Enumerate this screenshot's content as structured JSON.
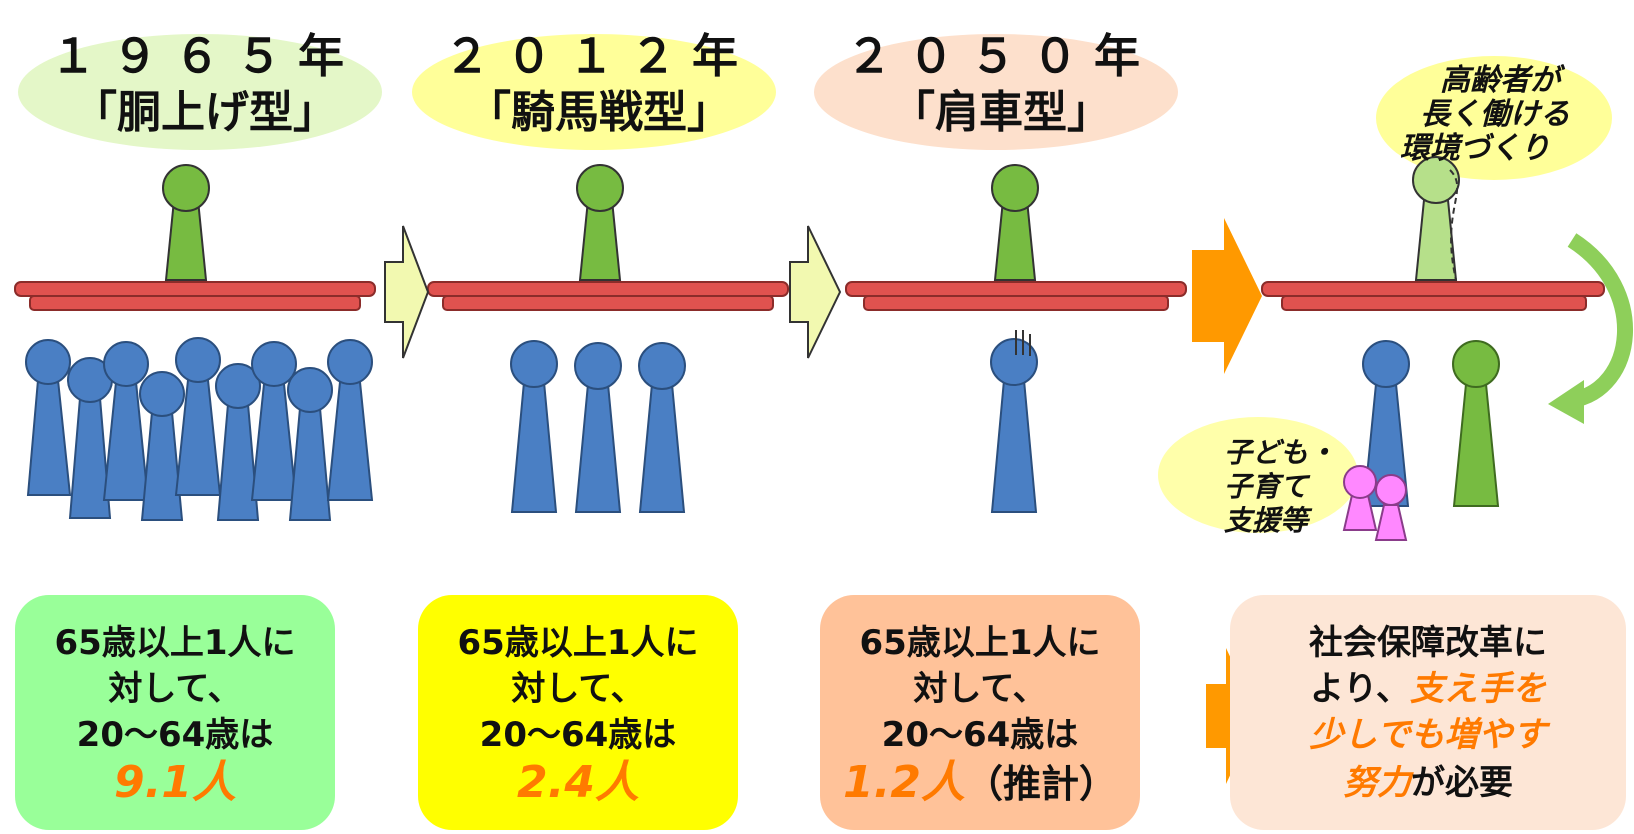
{
  "periods": [
    {
      "year": "１９６５年",
      "type": "「胴上げ型」",
      "color": "#e4f7c8",
      "box": {
        "line1": "65歳以上1人に",
        "line2": "対して、",
        "line3": "20～64歳は",
        "value": "9.1人",
        "note": "",
        "bg": "#99ff99"
      }
    },
    {
      "year": "２０１２年",
      "type": "「騎馬戦型」",
      "color": "#ffff99",
      "box": {
        "line1": "65歳以上1人に",
        "line2": "対して、",
        "line3": "20～64歳は",
        "value": "2.4人",
        "note": "",
        "bg": "#ffff00"
      }
    },
    {
      "year": "２０５０年",
      "type": "「肩車型」",
      "color": "#fde0cc",
      "box": {
        "line1": "65歳以上1人に",
        "line2": "対して、",
        "line3": "20～64歳は",
        "value": "1.2人",
        "note": "（推計）",
        "bg": "#ffc299"
      }
    }
  ],
  "reform_box": {
    "line1": "社会保障改革に",
    "line2a": "より、",
    "line2b": "支え手を",
    "line3": "少しでも増やす",
    "line4a": "努力",
    "line4b": "が必要",
    "bg": "#fde6d6"
  },
  "notes": {
    "elderly": [
      "高齢者が",
      "長く働ける",
      "環境づくり"
    ],
    "children": [
      "子ども・",
      "子育て",
      "支援等"
    ]
  },
  "colors": {
    "supporter": "#4a7fc4",
    "elder": "#77bb41",
    "board": "#e0524f",
    "arrow_light": "#f2f9b0",
    "arrow_orange": "#ff9900",
    "child": "#ff88ff"
  }
}
